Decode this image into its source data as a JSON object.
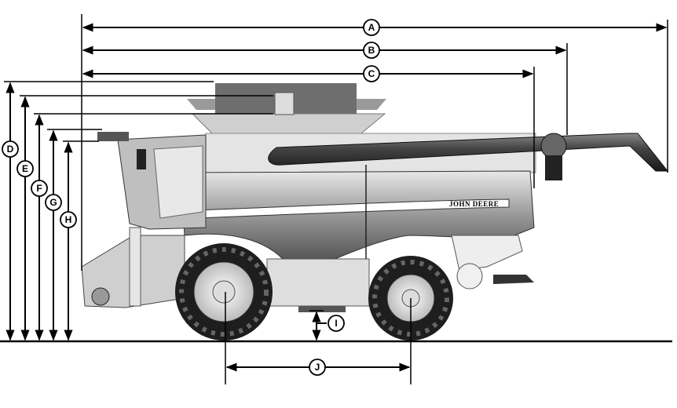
{
  "diagram": {
    "machine_brand": "JOHN DEERE",
    "dimension_labels": {
      "overall_length": "A",
      "length_b": "B",
      "length_c": "C",
      "height_d": "D",
      "height_e": "E",
      "height_f": "F",
      "height_g": "G",
      "height_h": "H",
      "ground_clearance": "I",
      "wheelbase": "J"
    },
    "colors": {
      "body": "#5a5a5a",
      "body_light": "#bdbdbd",
      "tire": "#1e1e1e",
      "lines": "#000000"
    }
  }
}
